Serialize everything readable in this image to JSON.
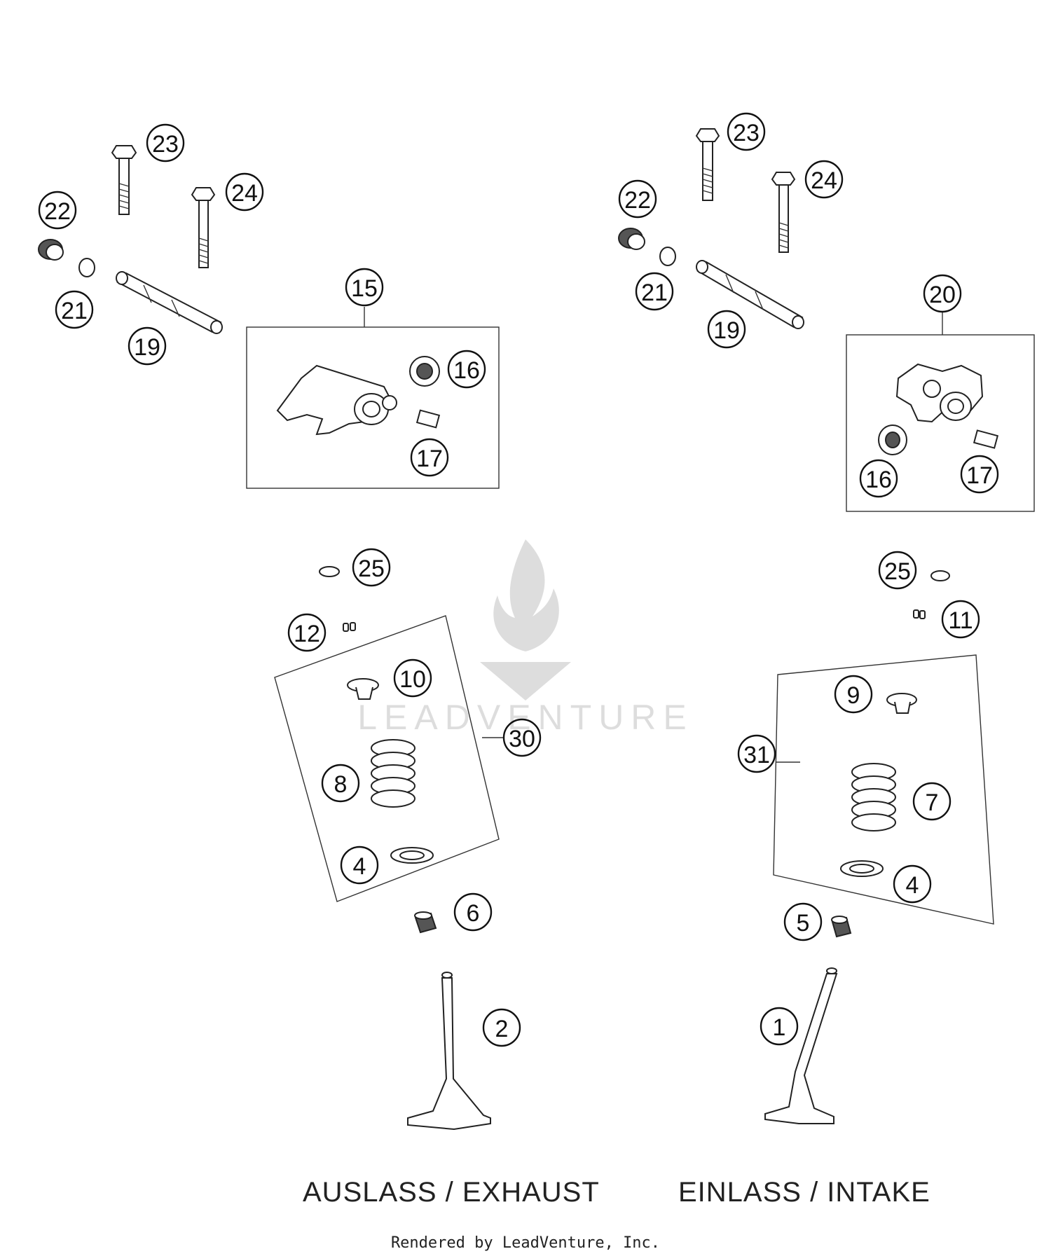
{
  "callouts": {
    "ex_23": "23",
    "ex_24": "24",
    "ex_22": "22",
    "ex_21": "21",
    "ex_19": "19",
    "ex_15": "15",
    "ex_16": "16",
    "ex_17": "17",
    "ex_25": "25",
    "ex_12": "12",
    "ex_10": "10",
    "ex_30": "30",
    "ex_8": "8",
    "ex_4": "4",
    "ex_6": "6",
    "ex_2": "2",
    "in_23": "23",
    "in_24": "24",
    "in_22": "22",
    "in_21": "21",
    "in_19": "19",
    "in_20": "20",
    "in_16": "16",
    "in_17": "17",
    "in_25": "25",
    "in_11": "11",
    "in_9": "9",
    "in_31": "31",
    "in_7": "7",
    "in_4": "4",
    "in_5": "5",
    "in_1": "1"
  },
  "labels": {
    "exhaust": "AUSLASS / EXHAUST",
    "intake": "EINLASS / INTAKE"
  },
  "footer": "Rendered by LeadVenture, Inc.",
  "watermark": "LEADVENTURE"
}
